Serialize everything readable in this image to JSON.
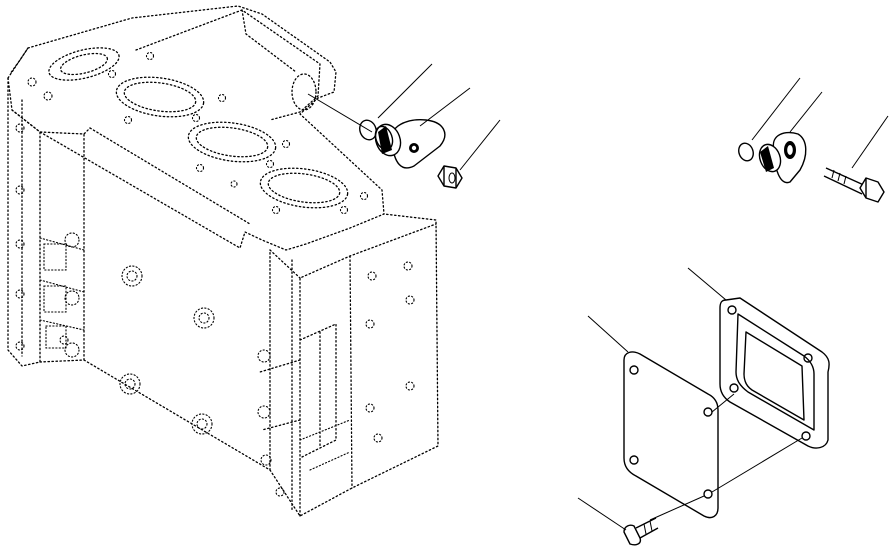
{
  "diagram": {
    "labels": [],
    "parts": [
      {
        "id": "head-block",
        "kind": "reference",
        "icon": "cylinder-head-block-icon"
      },
      {
        "id": "o-ring-left",
        "kind": "part",
        "icon": "o-ring-icon"
      },
      {
        "id": "sensor-flange-left",
        "kind": "part",
        "icon": "sensor-flange-icon"
      },
      {
        "id": "nut-left",
        "kind": "part",
        "icon": "hex-nut-icon"
      },
      {
        "id": "o-ring-right",
        "kind": "part",
        "icon": "o-ring-icon"
      },
      {
        "id": "sensor-flange-right",
        "kind": "part",
        "icon": "sensor-flange-icon"
      },
      {
        "id": "bolt-right",
        "kind": "part",
        "icon": "hex-bolt-icon"
      },
      {
        "id": "cover-plate",
        "kind": "part",
        "icon": "cover-plate-icon"
      },
      {
        "id": "gasket",
        "kind": "part",
        "icon": "gasket-icon"
      },
      {
        "id": "bolt-bottom",
        "kind": "part",
        "icon": "cap-screw-icon"
      }
    ]
  }
}
